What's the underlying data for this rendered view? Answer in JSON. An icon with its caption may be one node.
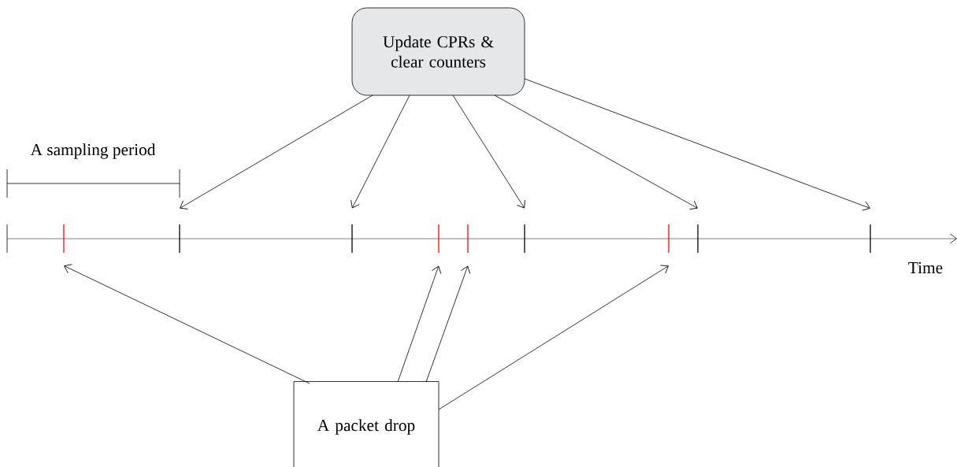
{
  "diagram": {
    "nodes": [
      {
        "text": [
          "Update CPRs & clear counters"
        ]
      },
      {
        "text": [],
        "shape": "line"
      },
      {
        "text": [],
        "shape": "line"
      },
      {
        "text": [],
        "shape": "line"
      },
      {
        "text": [],
        "shape": "line"
      },
      {
        "text": [],
        "shape": "line"
      },
      {
        "text": [],
        "shape": "line"
      },
      {
        "text": [],
        "shape": "line"
      },
      {
        "text": [],
        "shape": "line"
      },
      {
        "text": [],
        "shape": "line"
      },
      {
        "text": [
          "A packet drop"
        ]
      }
    ],
    "edges": [
      {
        "from": 0,
        "to": 2,
        "arrow": "to"
      },
      {
        "from": 0,
        "to": 3,
        "arrow": "to"
      },
      {
        "from": 0,
        "to": 6,
        "arrow": "to"
      },
      {
        "from": 0,
        "to": 8,
        "arrow": "to"
      },
      {
        "from": 0,
        "to": 9,
        "arrow": "to"
      },
      {
        "from": 10,
        "to": 1,
        "arrow": "to"
      },
      {
        "from": 10,
        "to": 4,
        "arrow": "to"
      },
      {
        "from": 10,
        "to": 5,
        "arrow": "to"
      },
      {
        "from": 10,
        "to": 7,
        "arrow": "to"
      }
    ],
    "labels": [
      "A sampling period",
      "Time"
    ]
  }
}
